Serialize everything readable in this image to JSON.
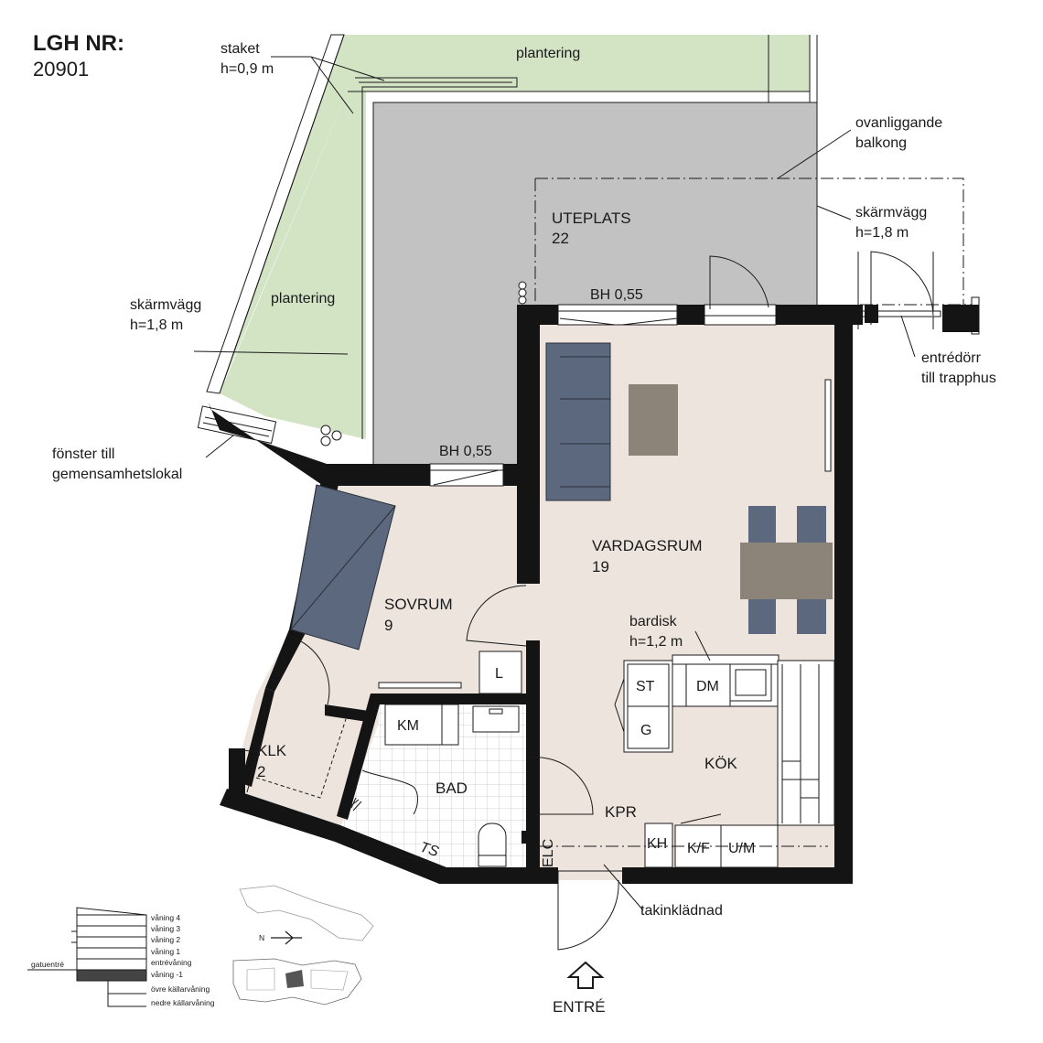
{
  "header": {
    "title": "LGH NR:",
    "number": "20901"
  },
  "rooms": {
    "uteplats": {
      "name": "UTEPLATS",
      "area": "22"
    },
    "vardagsrum": {
      "name": "VARDAGSRUM",
      "area": "19"
    },
    "sovrum": {
      "name": "SOVRUM",
      "area": "9"
    },
    "klk": {
      "name": "KLK",
      "area": "2"
    },
    "bad": "BAD",
    "kok": "KÖK",
    "kpr": "KPR"
  },
  "annotations": {
    "staket": [
      "staket",
      "h=0,9 m"
    ],
    "plantering_top": "plantering",
    "plantering_left": "plantering",
    "ovanliggande": [
      "ovanliggande",
      "balkong"
    ],
    "skarmvagg_right": [
      "skärmvägg",
      "h=1,8 m"
    ],
    "skarmvagg_left": [
      "skärmvägg",
      "h=1,8 m"
    ],
    "entredorr": [
      "entrédörr",
      "till trapphus"
    ],
    "fonster": [
      "fönster till",
      "gemensamhetslokal"
    ],
    "bh_top": "BH 0,55",
    "bh_bottom": "BH 0,55",
    "bardisk": [
      "bardisk",
      "h=1,2 m"
    ],
    "takinkladnad": "takinklädnad",
    "entre": "ENTRÉ"
  },
  "fixtures": {
    "l": "L",
    "st": "ST",
    "dm": "DM",
    "g": "G",
    "km": "KM",
    "kh": "KH",
    "kf": "K/F",
    "um": "U/M",
    "elc": "ELC",
    "ts": "TS"
  },
  "legend": {
    "floors": [
      "våning 4",
      "våning 3",
      "våning 2",
      "våning 1",
      "entrévåning",
      "våning -1",
      "övre källarvåning",
      "nedre källarvåning"
    ],
    "gatuentre": "gatuentré",
    "compass": "N"
  },
  "colors": {
    "planting": "#d3e4c5",
    "terrace": "#c2c2c2",
    "floor": "#ede4dd",
    "furniture_blue": "#5c687e",
    "furniture_taupe": "#8c8379",
    "tile_line": "#c4c4c4"
  }
}
